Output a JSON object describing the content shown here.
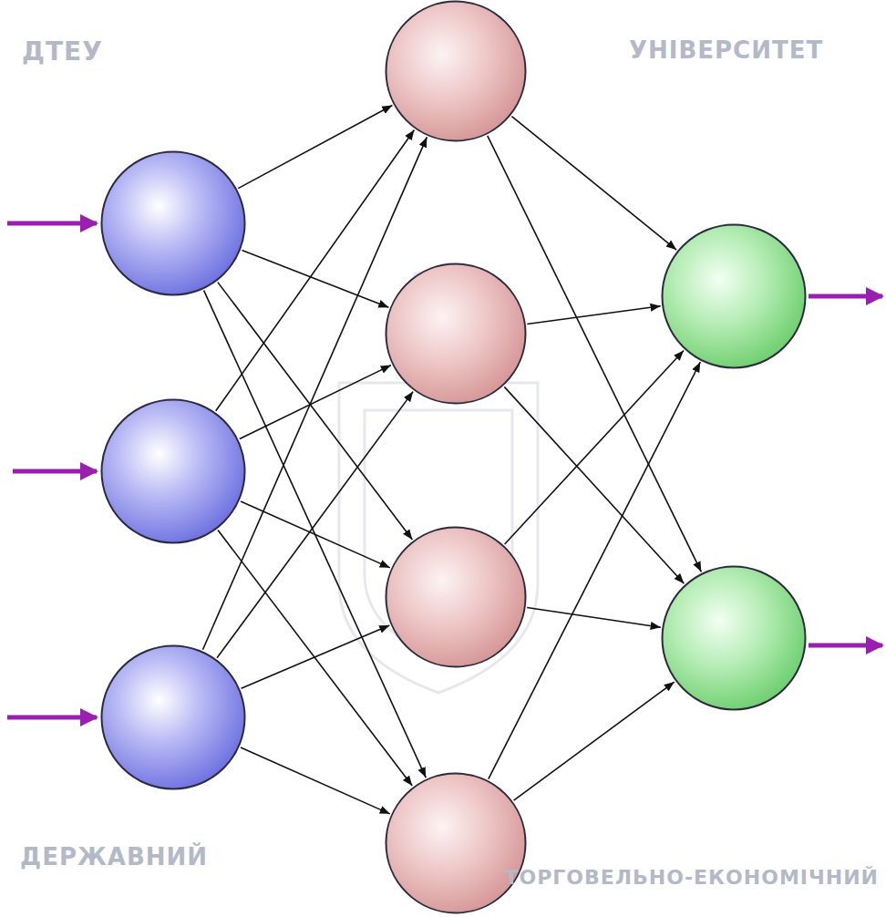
{
  "diagram": {
    "nodes": [
      {
        "text": []
      },
      {
        "text": []
      },
      {
        "text": []
      },
      {
        "text": []
      },
      {
        "text": []
      },
      {
        "text": []
      },
      {
        "text": []
      },
      {
        "text": []
      },
      {
        "text": []
      }
    ],
    "edges": [
      {
        "from": 0,
        "to": 3,
        "arrow": "to"
      },
      {
        "from": 0,
        "to": 4,
        "arrow": "to"
      },
      {
        "from": 0,
        "to": 5,
        "arrow": "to"
      },
      {
        "from": 0,
        "to": 6,
        "arrow": "to"
      },
      {
        "from": 1,
        "to": 3,
        "arrow": "to"
      },
      {
        "from": 1,
        "to": 4,
        "arrow": "to"
      },
      {
        "from": 1,
        "to": 5,
        "arrow": "to"
      },
      {
        "from": 1,
        "to": 6,
        "arrow": "to"
      },
      {
        "from": 2,
        "to": 3,
        "arrow": "to"
      },
      {
        "from": 2,
        "to": 4,
        "arrow": "to"
      },
      {
        "from": 2,
        "to": 5,
        "arrow": "to"
      },
      {
        "from": 2,
        "to": 6,
        "arrow": "to"
      },
      {
        "from": 3,
        "to": 7,
        "arrow": "to"
      },
      {
        "from": 3,
        "to": 8,
        "arrow": "to"
      },
      {
        "from": 4,
        "to": 7,
        "arrow": "to"
      },
      {
        "from": 4,
        "to": 8,
        "arrow": "to"
      },
      {
        "from": 5,
        "to": 7,
        "arrow": "to"
      },
      {
        "from": 5,
        "to": 8,
        "arrow": "to"
      },
      {
        "from": 6,
        "to": 7,
        "arrow": "to"
      },
      {
        "from": 6,
        "to": 8,
        "arrow": "to"
      }
    ],
    "labels": [
      "ДТЕУ",
      "ДЕРЖАВНИЙ",
      "УНІВЕРСИТЕТ",
      "ТОРГОВЕЛЬНО-ЕКОНОМІЧНИЙ"
    ]
  }
}
